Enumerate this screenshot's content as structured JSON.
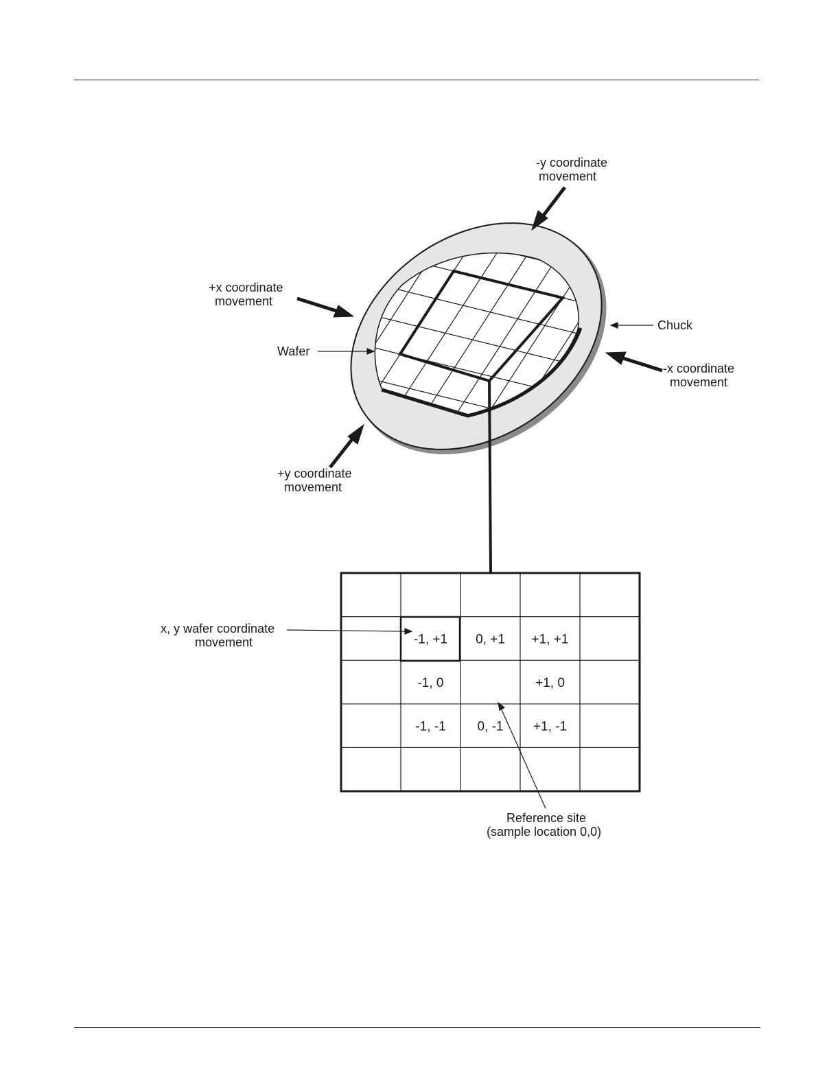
{
  "labels": {
    "neg_y": [
      "-y coordinate",
      "movement"
    ],
    "pos_x": [
      "+x coordinate",
      "movement"
    ],
    "wafer": "Wafer",
    "chuck": "Chuck",
    "neg_x": [
      "-x coordinate",
      "movement"
    ],
    "pos_y": [
      "+y coordinate",
      "movement"
    ],
    "wafer_coord": [
      "x, y wafer coordinate",
      "movement"
    ],
    "reference": [
      "Reference site",
      "(sample location 0,0)"
    ]
  },
  "grid_cells": [
    {
      "row": 1,
      "col": 1,
      "text": "-1, +1"
    },
    {
      "row": 1,
      "col": 2,
      "text": "0, +1"
    },
    {
      "row": 1,
      "col": 3,
      "text": "+1, +1"
    },
    {
      "row": 2,
      "col": 1,
      "text": "-1, 0"
    },
    {
      "row": 2,
      "col": 3,
      "text": "+1, 0"
    },
    {
      "row": 3,
      "col": 1,
      "text": "-1, -1"
    },
    {
      "row": 3,
      "col": 2,
      "text": "0, -1"
    },
    {
      "row": 3,
      "col": 3,
      "text": "+1, -1"
    }
  ],
  "colors": {
    "chuck_fill": "#e6e6e6",
    "chuck_edge": "#8a8a8a",
    "line": "#1a1a1a"
  }
}
